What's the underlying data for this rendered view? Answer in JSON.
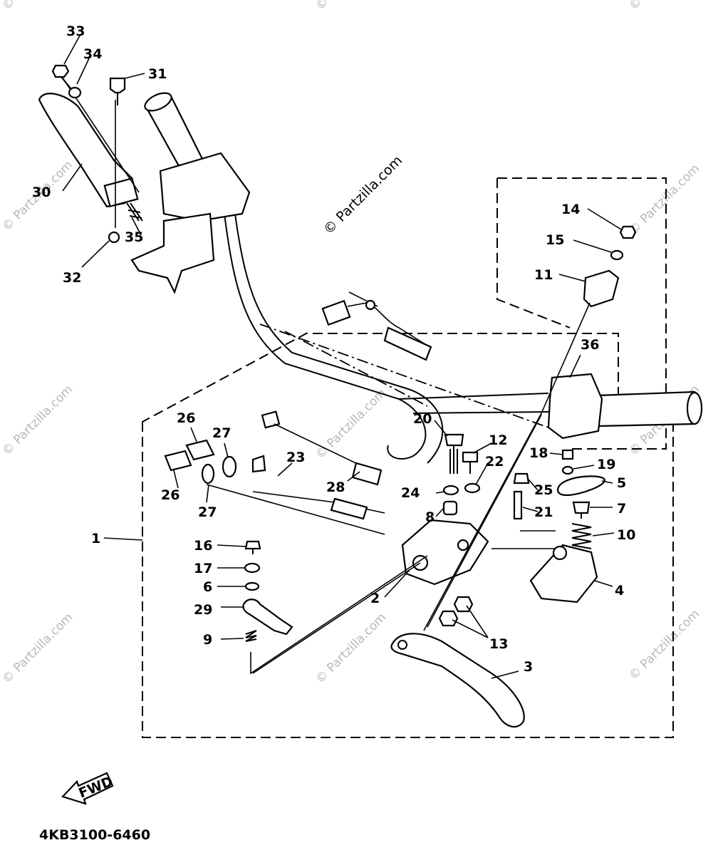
{
  "watermark_main": "© Partzilla.com",
  "watermark_faint": "© Partzilla.com",
  "diagram_code": "4KB3100-6460",
  "fwd_label": "FWD",
  "callouts": {
    "n1": "1",
    "n2": "2",
    "n3": "3",
    "n4": "4",
    "n5": "5",
    "n6": "6",
    "n7": "7",
    "n8": "8",
    "n9": "9",
    "n10": "10",
    "n11": "11",
    "n12": "12",
    "n13": "13",
    "n14": "14",
    "n15": "15",
    "n16": "16",
    "n17": "17",
    "n18": "18",
    "n19": "19",
    "n20": "20",
    "n21": "21",
    "n22": "22",
    "n23": "23",
    "n24": "24",
    "n25": "25",
    "n26a": "26",
    "n26b": "26",
    "n27a": "27",
    "n27b": "27",
    "n28": "28",
    "n29": "29",
    "n30": "30",
    "n31": "31",
    "n32": "32",
    "n33": "33",
    "n34": "34",
    "n35": "35",
    "n36": "36"
  }
}
